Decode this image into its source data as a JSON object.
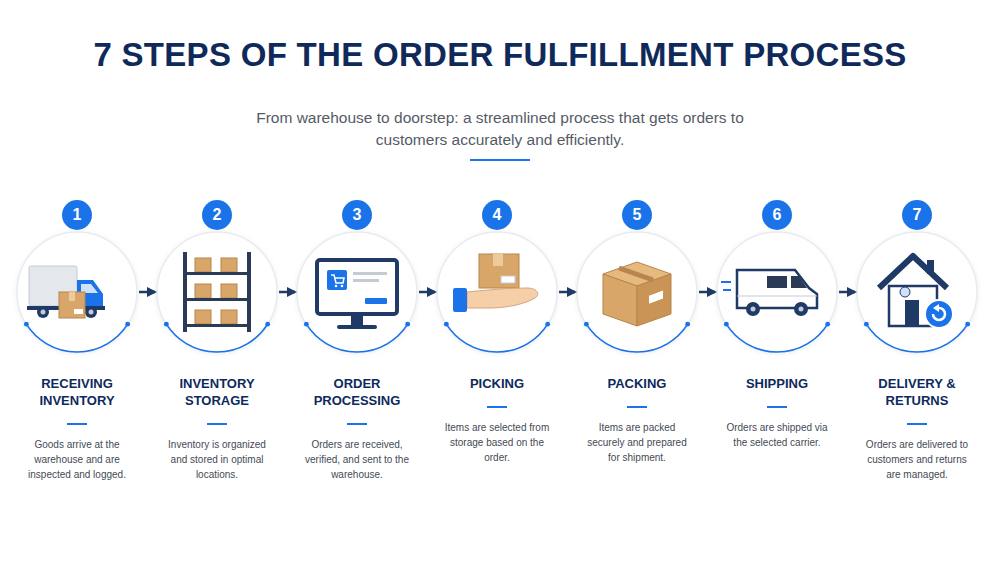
{
  "diagram": {
    "title": "7 STEPS OF THE ORDER FULFILLMENT PROCESS",
    "caption": "From warehouse to doorstep: a streamlined process that gets orders to customers accurately and efficiently.",
    "nodes": [
      {
        "text": [
          "1",
          "RECEIVING INVENTORY",
          "Goods arrive at the warehouse and are inspected and logged."
        ]
      },
      {
        "text": [
          "2",
          "INVENTORY STORAGE",
          "Inventory is organized and stored in optimal locations."
        ]
      },
      {
        "text": [
          "3",
          "ORDER PROCESSING",
          "Orders are received, verified, and sent to the warehouse."
        ]
      },
      {
        "text": [
          "4",
          "PICKING",
          "Items are selected from storage based on the order."
        ]
      },
      {
        "text": [
          "5",
          "PACKING",
          "Items are packed securely and prepared for shipment."
        ]
      },
      {
        "text": [
          "6",
          "SHIPPING",
          "Orders are shipped via the selected carrier."
        ]
      },
      {
        "text": [
          "7",
          "DELIVERY & RETURNS",
          "Orders are delivered to customers and returns are managed."
        ]
      }
    ],
    "edges": [
      {
        "from": 0,
        "to": 1,
        "arrow": "to"
      },
      {
        "from": 1,
        "to": 2,
        "arrow": "to"
      },
      {
        "from": 2,
        "to": 3,
        "arrow": "to"
      },
      {
        "from": 3,
        "to": 4,
        "arrow": "to"
      },
      {
        "from": 4,
        "to": 5,
        "arrow": "to"
      },
      {
        "from": 5,
        "to": 6,
        "arrow": "to"
      }
    ]
  }
}
